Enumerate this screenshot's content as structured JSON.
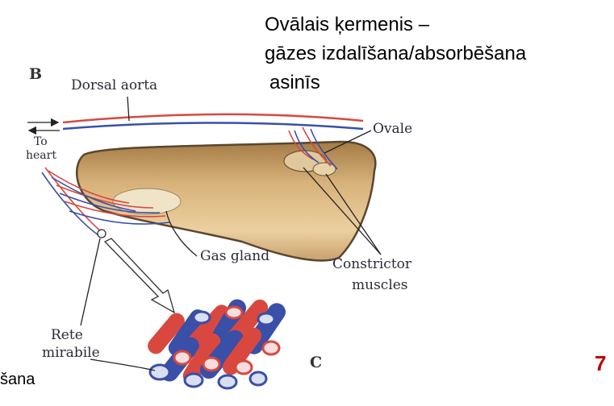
{
  "caption": {
    "line1": "Ovālais ķermenis –",
    "line2": "gāzes izdalīšana/absorbēšana",
    "line3": "asinīs"
  },
  "fragment_left": "šana",
  "slide_number": "7",
  "figure": {
    "panel_b": "B",
    "panel_c": "C",
    "labels": {
      "dorsal_aorta": "Dorsal aorta",
      "to": "To",
      "heart": "heart",
      "ovale": "Ovale",
      "gas_gland": "Gas gland",
      "constrictor": "Constrictor",
      "muscles": "muscles",
      "rete": "Rete",
      "mirabile": "mirabile"
    }
  },
  "colors": {
    "artery": "#d9483f",
    "vein": "#3a4fa8",
    "bladder": "#c9a36a",
    "bladder_edge": "#5a4630",
    "slide_number": "#c00000"
  }
}
